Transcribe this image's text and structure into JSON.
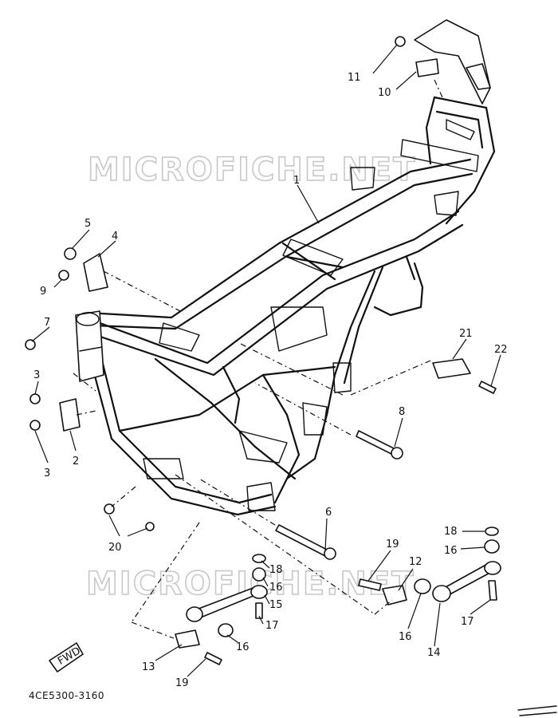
{
  "watermark": {
    "top": "MICROFICHE.NET",
    "bottom": "MICROFICHE.NET"
  },
  "callouts": {
    "p1": "1",
    "p2": "2",
    "p3a": "3",
    "p3b": "3",
    "p4": "4",
    "p5": "5",
    "p6": "6",
    "p7": "7",
    "p8": "8",
    "p9": "9",
    "p10": "10",
    "p11": "11",
    "p12": "12",
    "p13": "13",
    "p14": "14",
    "p15": "15",
    "p16a": "16",
    "p16b": "16",
    "p16c": "16",
    "p16d": "16",
    "p17a": "17",
    "p17b": "17",
    "p18a": "18",
    "p18b": "18",
    "p19a": "19",
    "p19b": "19",
    "p20": "20",
    "p21": "21",
    "p22": "22"
  },
  "fwd_tag": "FWD",
  "figure_code": "4CE5300-3160"
}
